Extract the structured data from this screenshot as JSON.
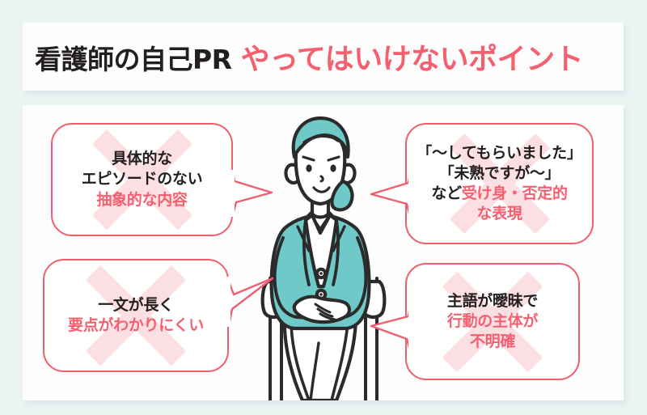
{
  "header": {
    "title_black": "看護師の自己PR",
    "title_red": "やってはいけないポイント"
  },
  "colors": {
    "page_background": "#e9f4f3",
    "panel_background": "#fdfdfd",
    "accent_red": "#f4606f",
    "bubble_border": "#ef5f70",
    "x_watermark": "#fbdfe2",
    "illustration_teal": "#6fc9c9",
    "illustration_outline": "#2b2b2b",
    "text_dark": "#231f20"
  },
  "bubbles": [
    {
      "id": "abstract-content",
      "lines": [
        {
          "text": "具体的な",
          "highlight": false
        },
        {
          "text": "エピソードのない",
          "highlight": false
        },
        {
          "text": "抽象的な内容",
          "highlight": true
        }
      ],
      "watermark": "x-mark",
      "tail_direction": "right"
    },
    {
      "id": "passive-negative-expression",
      "lines": [
        {
          "text": "「〜してもらいました」",
          "highlight": false
        },
        {
          "text": "「未熟ですが〜」",
          "highlight": false
        },
        {
          "text": "など受け身・否定的",
          "highlight": "partial"
        },
        {
          "text": "な表現",
          "highlight": true
        }
      ],
      "line3_plain": "など",
      "line3_highlight": "受け身・否定的",
      "watermark": "x-mark",
      "tail_direction": "left"
    },
    {
      "id": "long-sentence",
      "lines": [
        {
          "text": "一文が長く",
          "highlight": false
        },
        {
          "text": "要点がわかりにくい",
          "highlight": true
        }
      ],
      "watermark": "x-mark",
      "tail_direction": "right"
    },
    {
      "id": "unclear-subject",
      "lines": [
        {
          "text": "主語が曖昧で",
          "highlight": false
        },
        {
          "text": "行動の主体が",
          "highlight": true
        },
        {
          "text": "不明確",
          "highlight": true
        }
      ],
      "watermark": "x-mark",
      "tail_direction": "left"
    }
  ],
  "illustration": {
    "name": "seated-nurse-in-suit",
    "description": "smiling person with teal hair in a teal jacket and white trousers seated on a chair with hands clasped"
  }
}
